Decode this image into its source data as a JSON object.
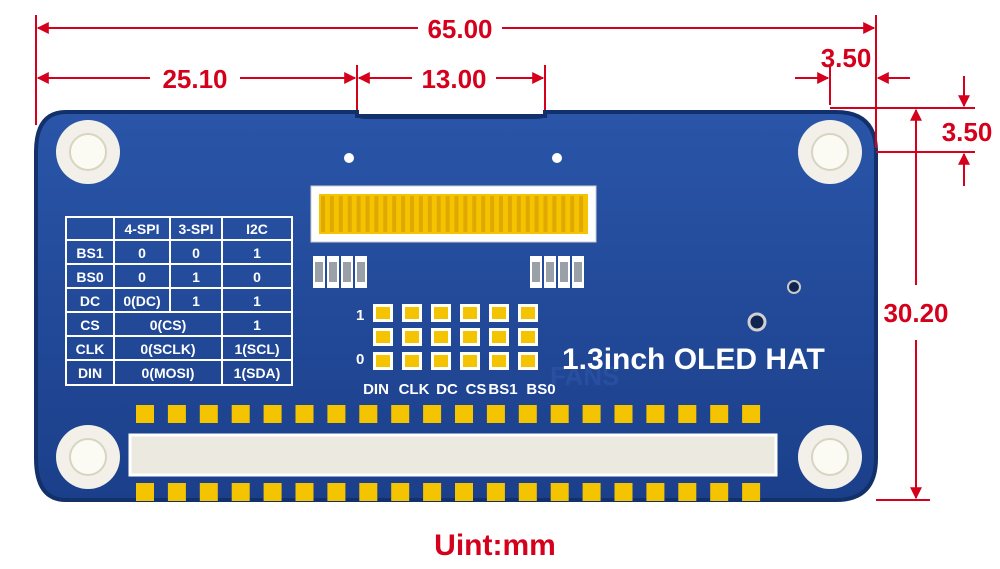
{
  "dimensions": {
    "total_width": "65.00",
    "left_offset": "25.10",
    "connector_width": "13.00",
    "hole_x_offset": "3.50",
    "hole_y_offset": "3.50",
    "height": "30.20"
  },
  "board": {
    "title": "1.3inch OLED HAT",
    "watermark": "FANS",
    "pin_labels": [
      "DIN",
      "CLK",
      "DC",
      "CS",
      "BS1",
      "BS0"
    ],
    "jumper_levels": {
      "high": "1",
      "low": "0"
    }
  },
  "config_table": {
    "headers": [
      "",
      "4-SPI",
      "3-SPI",
      "I2C"
    ],
    "rows": [
      {
        "label": "BS1",
        "cells": [
          "0",
          "0",
          "1"
        ]
      },
      {
        "label": "BS0",
        "cells": [
          "0",
          "1",
          "0"
        ]
      },
      {
        "label": "DC",
        "cells": [
          "0(DC)",
          "1",
          "1"
        ]
      },
      {
        "label": "CS",
        "cells": [
          "0(CS)",
          "1"
        ]
      },
      {
        "label": "CLK",
        "cells": [
          "0(SCLK)",
          "1(SCL)"
        ]
      },
      {
        "label": "DIN",
        "cells": [
          "0(MOSI)",
          "1(SDA)"
        ]
      }
    ]
  },
  "unit_label": "Uint:mm",
  "colors": {
    "board": "#1f4796",
    "dimension": "#d4001c",
    "pad": "#f5c400",
    "board_edge": "#12306a"
  }
}
